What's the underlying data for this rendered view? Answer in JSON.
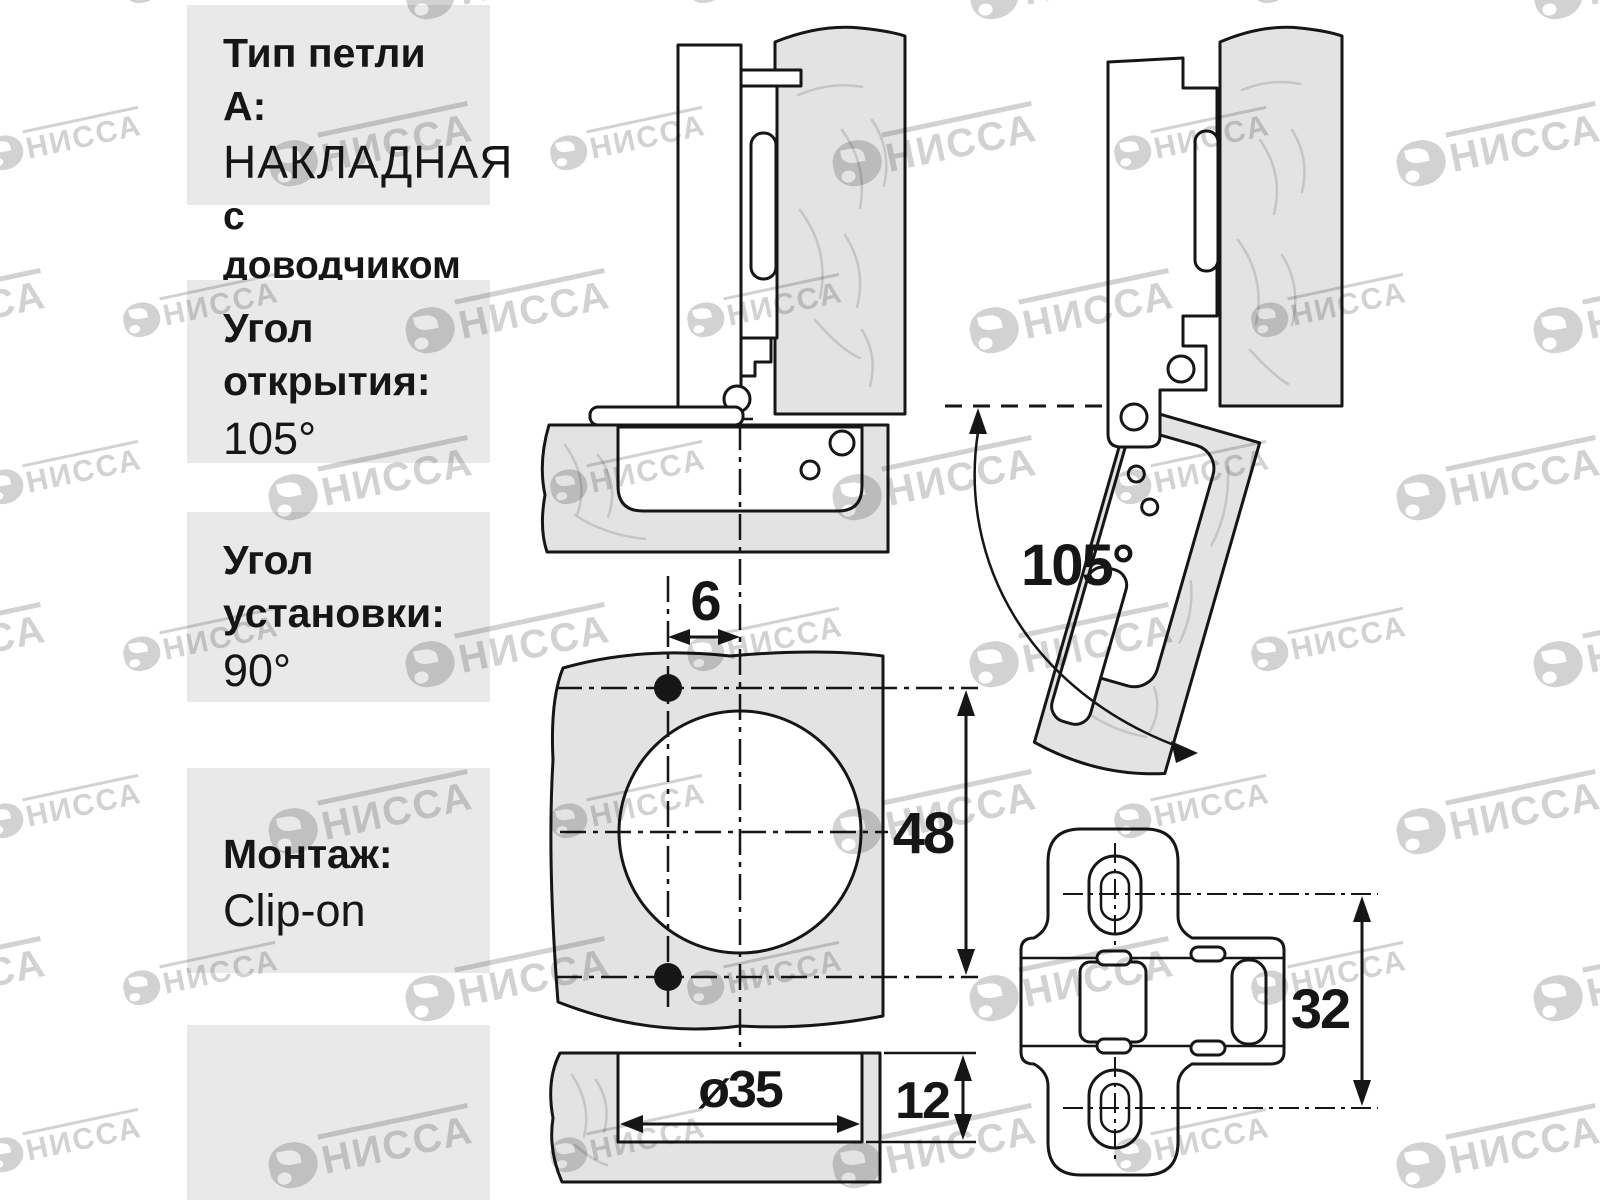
{
  "specs": {
    "hinge_type_label": "Тип петли А:",
    "hinge_type_value": "НАКЛАДНАЯ",
    "hinge_type_note": "с доводчиком",
    "opening_angle_line1": "Угол",
    "opening_angle_line2": "открытия:",
    "opening_angle_value": "105°",
    "install_angle_line1": "Угол",
    "install_angle_line2": "установки:",
    "install_angle_value": "90°",
    "mounting_label": "Монтаж:",
    "mounting_value": "Clip-on"
  },
  "dimensions": {
    "cup_offset_mm": "6",
    "screw_spacing_mm": "48",
    "cup_diameter": "ø35",
    "cup_depth_mm": "12",
    "plate_screw_spacing_mm": "32",
    "opening_angle": "105°"
  },
  "watermark": {
    "text": "НИССА",
    "color": "#d2d2d2"
  },
  "colors": {
    "panel_fill": "#e3e3e3",
    "block_fill": "#e9e9e9",
    "line": "#161616",
    "grain": "#c5c5c5"
  }
}
